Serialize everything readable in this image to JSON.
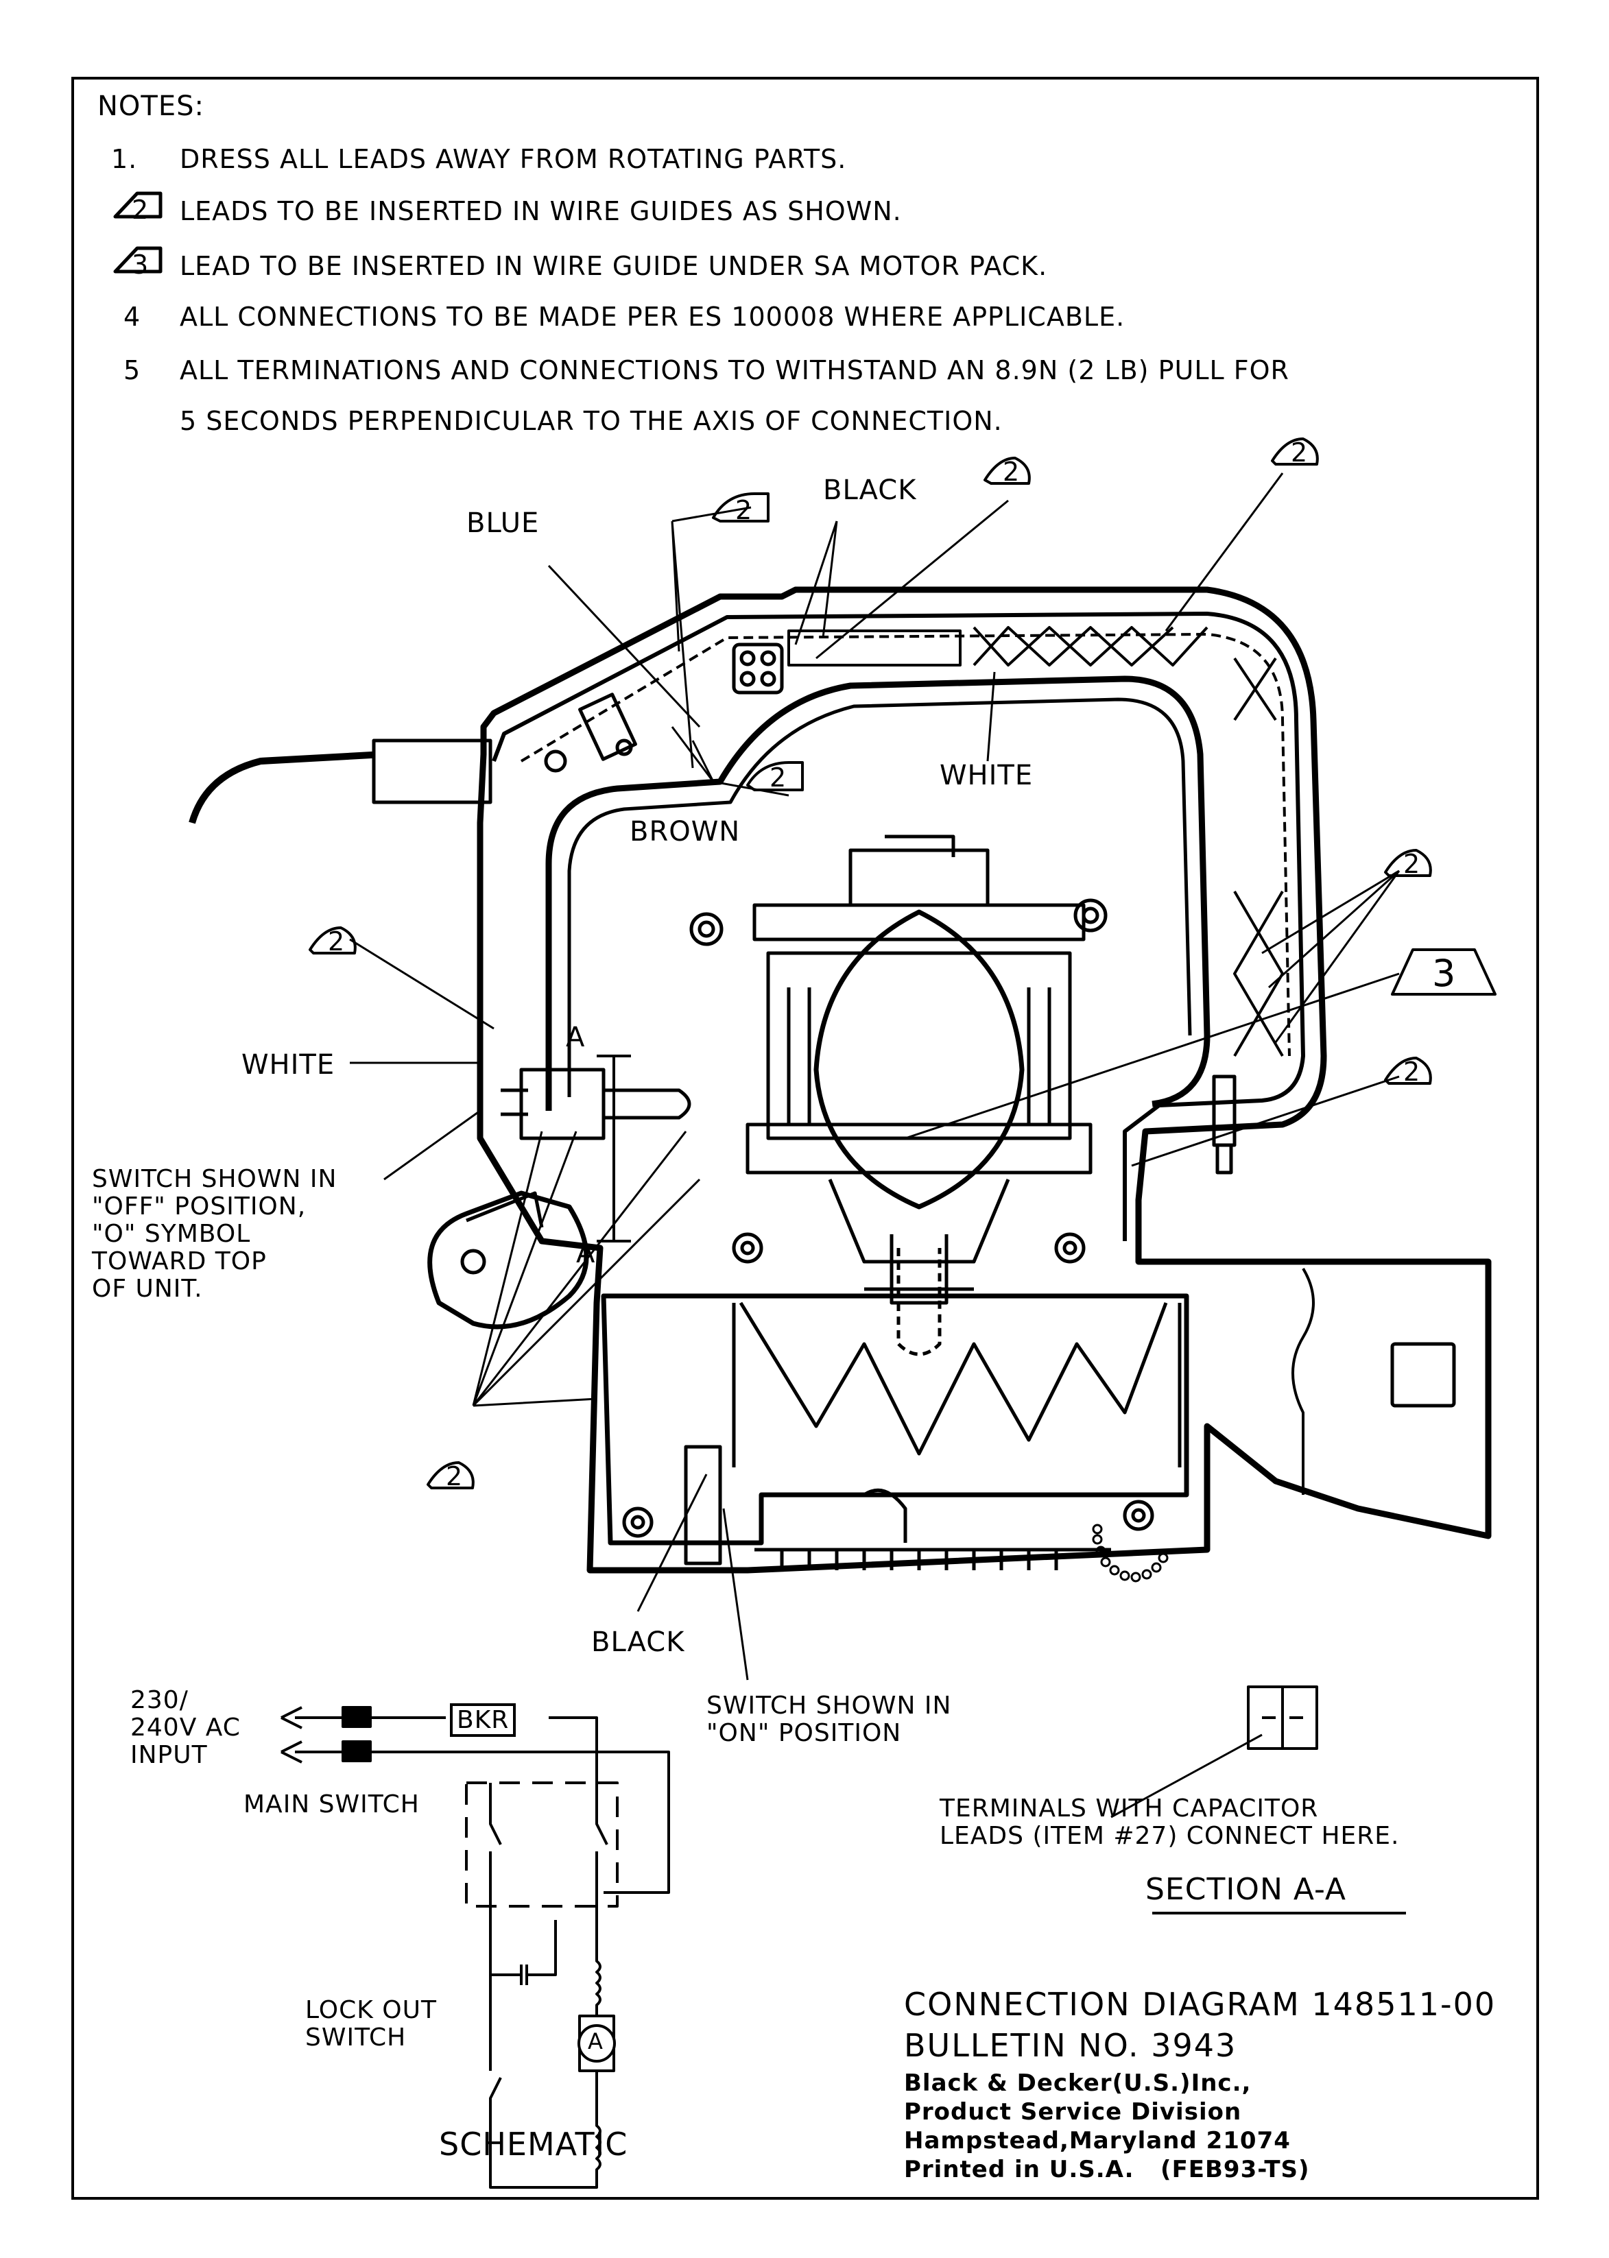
{
  "notes": {
    "heading": "NOTES:",
    "items": [
      {
        "num": "1.",
        "text": "DRESS ALL LEADS AWAY FROM ROTATING PARTS."
      },
      {
        "num": "2",
        "text": "LEADS TO BE INSERTED IN WIRE GUIDES AS SHOWN."
      },
      {
        "num": "3",
        "text": "LEAD TO BE INSERTED IN WIRE GUIDE UNDER SA MOTOR PACK."
      },
      {
        "num": "4",
        "text": "ALL CONNECTIONS TO BE MADE PER ES 100008 WHERE APPLICABLE."
      },
      {
        "num": "5",
        "text": "ALL TERMINATIONS AND CONNECTIONS TO WITHSTAND AN 8.9N (2 LB) PULL FOR"
      },
      {
        "num": "",
        "text": "5 SECONDS PERPENDICULAR TO THE AXIS OF CONNECTION."
      }
    ]
  },
  "wire_labels": {
    "blue": "BLUE",
    "black_top": "BLACK",
    "white_top": "WHITE",
    "brown": "BROWN",
    "white_left": "WHITE",
    "black_bottom": "BLACK",
    "section_a1": "A",
    "section_a2": "A"
  },
  "markers": {
    "m2": "2",
    "m3": "3"
  },
  "callouts": {
    "switch_off": "SWITCH SHOWN IN\n\"OFF\" POSITION,\n\"O\" SYMBOL\nTOWARD TOP\nOF UNIT.",
    "switch_on": "SWITCH SHOWN IN\n\"ON\" POSITION",
    "terminals": "TERMINALS WITH CAPACITOR\nLEADS (ITEM #27) CONNECT HERE.",
    "section": "SECTION A-A"
  },
  "schematic": {
    "input": "230/\n240V AC\nINPUT",
    "bkr": "BKR",
    "main_switch": "MAIN SWITCH",
    "lock_out": "LOCK OUT\nSWITCH",
    "motor": "A",
    "title": "SCHEMATIC"
  },
  "title_block": {
    "line1": "CONNECTION DIAGRAM 148511-00",
    "line2": "BULLETIN NO. 3943",
    "line3": "Black & Decker(U.S.)Inc.,",
    "line4": "Product Service Division",
    "line5": "Hampstead,Maryland 21074",
    "line6": "Printed in U.S.A.   (FEB93-TS)"
  }
}
